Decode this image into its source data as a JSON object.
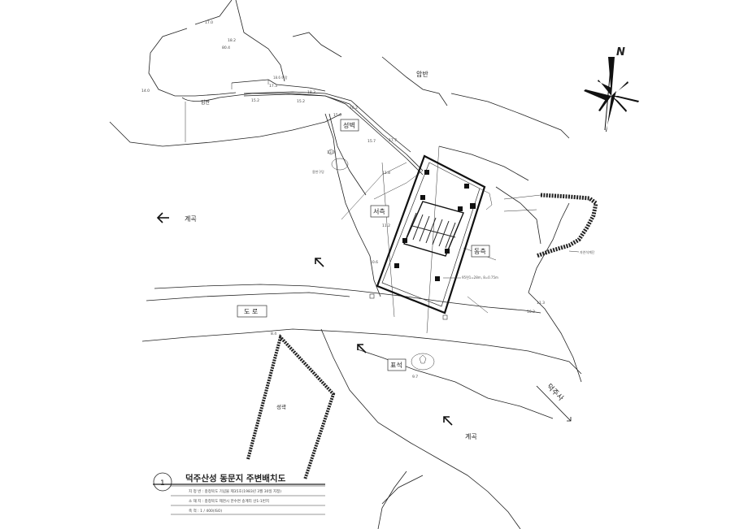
{
  "labels": {
    "amban_top": "암반",
    "amban_left": "암반",
    "seongbyeok": "성벽",
    "seocheuk": "서측",
    "dongcheuk": "동측",
    "gyegok_left": "계곡",
    "gyegok_bottom": "계곡",
    "doro": "도 로",
    "pyoseok": "표석",
    "seonggwak": "성곽",
    "deokjusa": "덕주사",
    "yongmul": "용천구덩",
    "jayeon_gyedan": "자연석계단",
    "dimension_note": "95면1=28m, 8=0.75m"
  },
  "compass": {
    "north": "N"
  },
  "elevations": {
    "e17_0": "17.0",
    "e18_2": "18.2",
    "e80_4": "80.4",
    "e14_0": "14.0",
    "e17_3_note": "18.6 여장",
    "e17_3": "17.3",
    "e18_3": "18.3",
    "e15_2a": "15.2",
    "e15_2b": "15.2",
    "e15_0": "15.0",
    "e16_2": "16.2",
    "e15_7": "15.7",
    "e17_7": "17.7",
    "e13_0": "13.0",
    "e11_8": "11.8",
    "e11_2": "11.2",
    "e10_6": "10.6",
    "e11_3": "11.3",
    "e10_2": "10.2",
    "e8_4": "8.4",
    "e9_7": "9.7"
  },
  "title_block": {
    "number": "1",
    "title": "덕주산성 동문지 주변배치도",
    "row1": "지 정 번 : 충청북도 기념물 제35호(1983년 3월 30일 지정)",
    "row2": "소 재 지 : 충청북도 제천시 한수면 송계리 산1-1번지",
    "row3": "축    척 :     1 / 400(ISO)"
  }
}
